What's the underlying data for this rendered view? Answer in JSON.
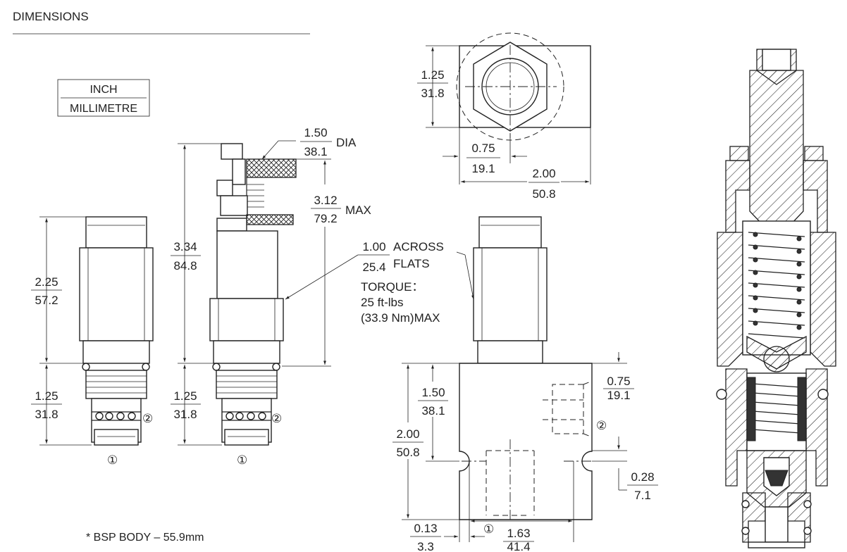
{
  "title": "DIMENSIONS",
  "units": {
    "top": "INCH",
    "bottom": "MILLIMETRE"
  },
  "dims": {
    "left_body_height": {
      "inch": "2.25",
      "mm": "57.2"
    },
    "left_lower_height": {
      "inch": "1.25",
      "mm": "31.8"
    },
    "knob_overall": {
      "inch": "3.34",
      "mm": "84.8"
    },
    "knob_lower_height": {
      "inch": "1.25",
      "mm": "31.8"
    },
    "knob_dia": {
      "inch": "1.50",
      "mm": "38.1",
      "suffix": "DIA"
    },
    "knob_max": {
      "inch": "3.12",
      "mm": "79.2",
      "suffix": "MAX"
    },
    "top_height": {
      "inch": "1.25",
      "mm": "31.8"
    },
    "top_offset": {
      "inch": "0.75",
      "mm": "19.1"
    },
    "top_width": {
      "inch": "2.00",
      "mm": "50.8"
    },
    "across_flats": {
      "inch": "1.00",
      "mm": "25.4",
      "suffix_top": "ACROSS",
      "suffix_bottom": "FLATS"
    },
    "block_port_height": {
      "inch": "1.50",
      "mm": "38.1"
    },
    "block_height": {
      "inch": "2.00",
      "mm": "50.8"
    },
    "block_port2_offset": {
      "inch": "0.75",
      "mm": "19.1"
    },
    "block_hole_offset": {
      "inch": "0.28",
      "mm": "7.1"
    },
    "block_hole_edge": {
      "inch": "0.13",
      "mm": "3.3"
    },
    "block_hole_span": {
      "inch": "1.63",
      "mm": "41.4"
    }
  },
  "torque": {
    "line1": "TORQUE：",
    "line2": "25 ft-lbs",
    "line3": "(33.9 Nm)MAX"
  },
  "ports": {
    "p1": "①",
    "p2": "②"
  },
  "note": "* BSP BODY – 55.9mm"
}
